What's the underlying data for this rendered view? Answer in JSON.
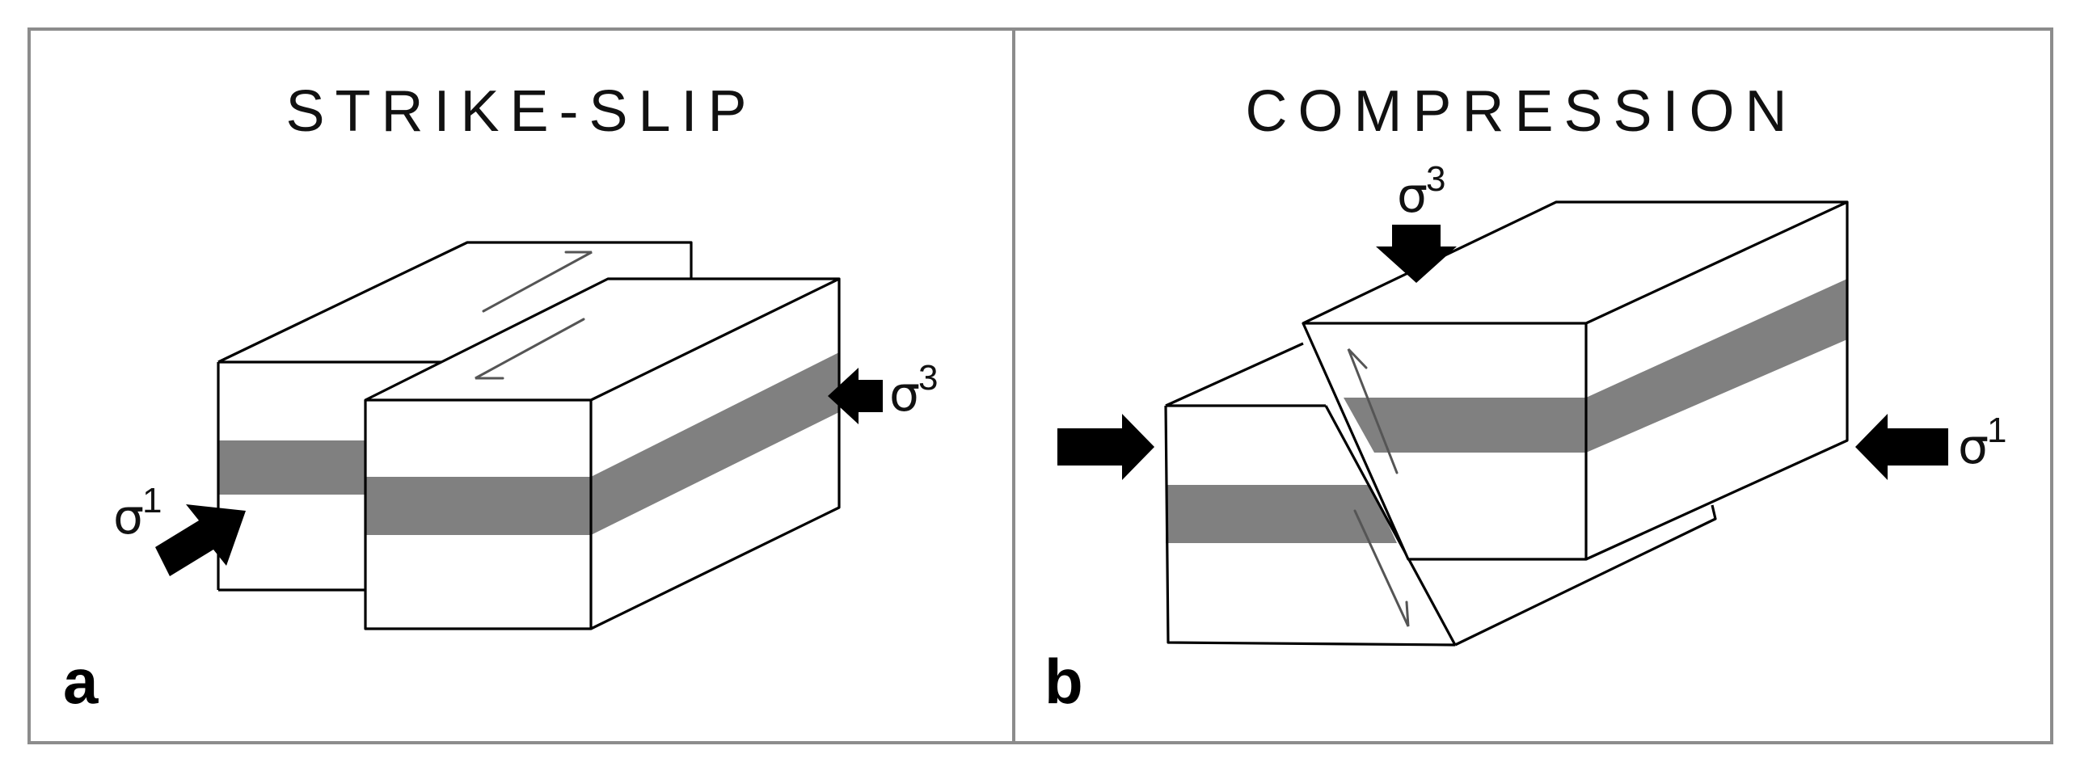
{
  "panels": [
    {
      "title": "STRIKE-SLIP",
      "letter": "a",
      "labels": [
        {
          "greek": "σ",
          "sup": "1"
        },
        {
          "greek": "σ",
          "sup": "3"
        }
      ]
    },
    {
      "title": "COMPRESSION",
      "letter": "b",
      "labels": [
        {
          "greek": "σ",
          "sup": "3"
        },
        {
          "greek": "σ",
          "sup": "1"
        }
      ]
    }
  ],
  "colors": {
    "border": "#8c8c8c",
    "stratum_band": "#808080",
    "stroke": "#000000",
    "slip_arrow": "#555555"
  }
}
